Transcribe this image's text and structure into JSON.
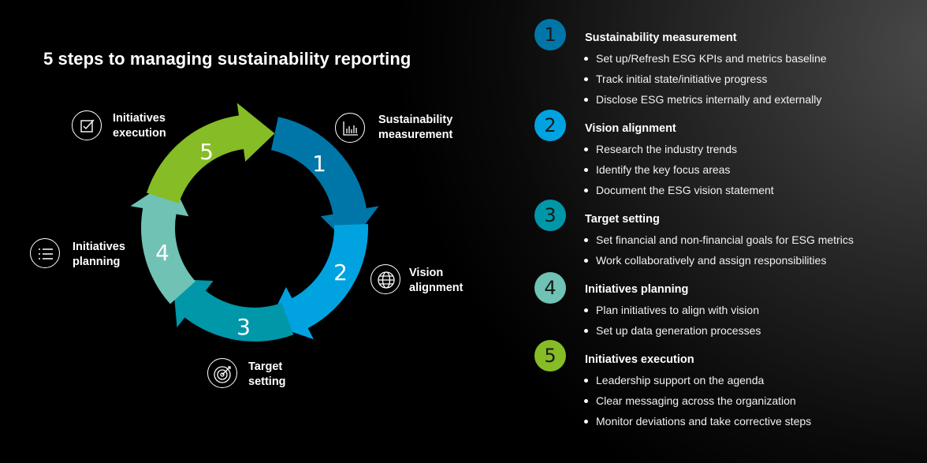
{
  "title": "5 steps to managing sustainability reporting",
  "colors": {
    "step1": "#0076A8",
    "step2": "#00A3E0",
    "step3": "#0097A9",
    "step4": "#6FC2B4",
    "step5": "#86BC25"
  },
  "cycle": {
    "numbers": [
      "1",
      "2",
      "3",
      "4",
      "5"
    ],
    "labels": {
      "sustainability_measurement": [
        "Sustainability",
        "measurement"
      ],
      "vision_alignment": [
        "Vision",
        "alignment"
      ],
      "target_setting": [
        "Target",
        "setting"
      ],
      "initiatives_planning": [
        "Initiatives",
        "planning"
      ],
      "initiatives_execution": [
        "Initiatives",
        "execution"
      ]
    },
    "icons": [
      "bar-chart-icon",
      "globe-icon",
      "target-icon",
      "list-icon",
      "checkbox-icon"
    ]
  },
  "steps": [
    {
      "num": "1",
      "heading": "Sustainability measurement",
      "bullets": [
        "Set up/Refresh ESG KPIs and metrics baseline",
        "Track initial state/initiative progress",
        "Disclose ESG metrics internally and externally"
      ]
    },
    {
      "num": "2",
      "heading": "Vision alignment",
      "bullets": [
        "Research the industry trends",
        "Identify the key focus areas",
        "Document the ESG vision statement"
      ]
    },
    {
      "num": "3",
      "heading": "Target setting",
      "bullets": [
        "Set financial and non-financial goals for ESG metrics",
        "Work collaboratively and assign responsibilities"
      ]
    },
    {
      "num": "4",
      "heading": "Initiatives planning",
      "bullets": [
        "Plan initiatives to align with vision",
        "Set up data generation processes"
      ]
    },
    {
      "num": "5",
      "heading": "Initiatives execution",
      "bullets": [
        "Leadership support on the agenda",
        "Clear messaging across the organization",
        "Monitor deviations and take corrective steps"
      ]
    }
  ]
}
